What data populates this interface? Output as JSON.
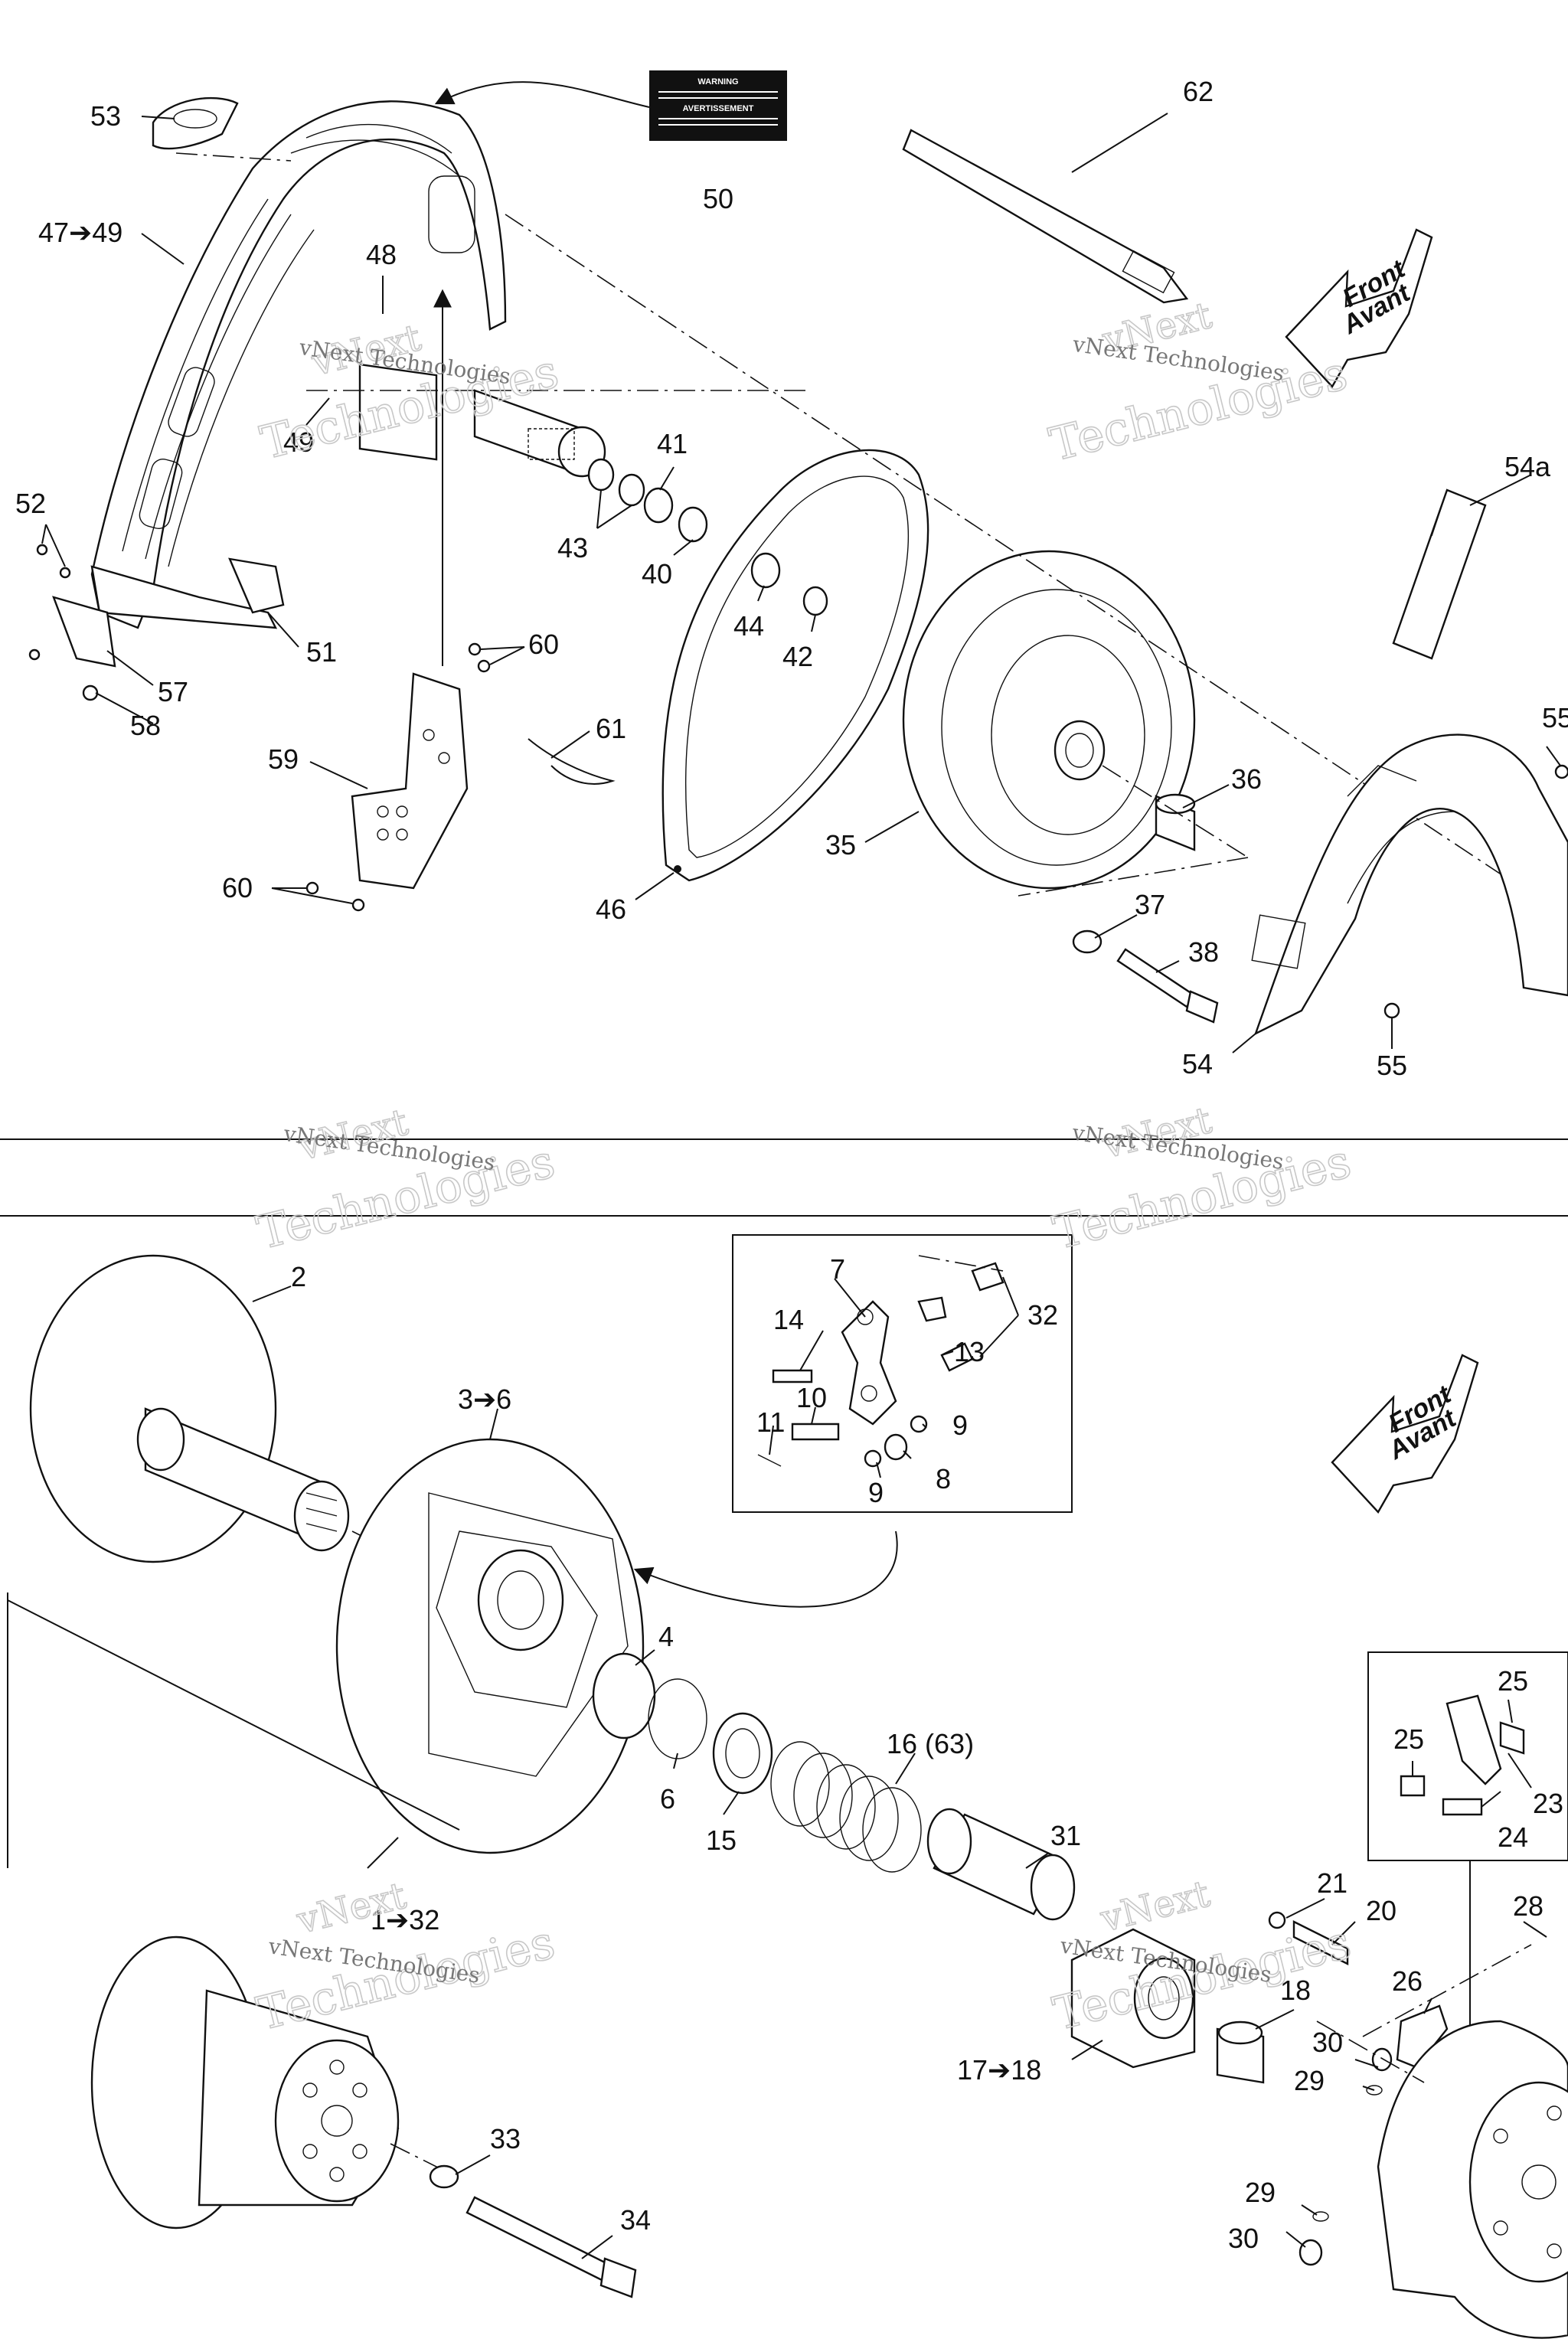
{
  "watermark": {
    "line1": "vNext",
    "line2": "Technologies",
    "small": "vNext Technologies"
  },
  "front_arrow": {
    "line1": "Front",
    "line2": "Avant"
  },
  "warning_label": {
    "title": "WARNING",
    "title2": "AVERTISSEMENT"
  },
  "callouts": {
    "c2": "2",
    "c3_6": "3➔6",
    "c4": "4",
    "c6": "6",
    "c7": "7",
    "c8": "8",
    "c9a": "9",
    "c9b": "9",
    "c10": "10",
    "c11": "11",
    "c13": "13",
    "c14": "14",
    "c15": "15",
    "c16": "16 (63)",
    "c17_18": "17➔18",
    "c18": "18",
    "c20": "20",
    "c21": "21",
    "c23": "23",
    "c24": "24",
    "c25a": "25",
    "c25b": "25",
    "c26": "26",
    "c28": "28",
    "c29a": "29",
    "c29b": "29",
    "c30a": "30",
    "c30b": "30",
    "c31": "31",
    "c32": "32",
    "c1_32": "1➔32",
    "c33": "33",
    "c34": "34",
    "c35": "35",
    "c36": "36",
    "c37": "37",
    "c38": "38",
    "c40": "40",
    "c41": "41",
    "c42": "42",
    "c43": "43",
    "c44": "44",
    "c46": "46",
    "c47_49": "47➔49",
    "c48": "48",
    "c49": "49",
    "c50": "50",
    "c51": "51",
    "c52": "52",
    "c53": "53",
    "c54": "54",
    "c54a": "54a",
    "c55a": "55",
    "c55b": "55",
    "c57": "57",
    "c58": "58",
    "c59": "59",
    "c60a": "60",
    "c60b": "60",
    "c61": "61",
    "c62": "62"
  }
}
